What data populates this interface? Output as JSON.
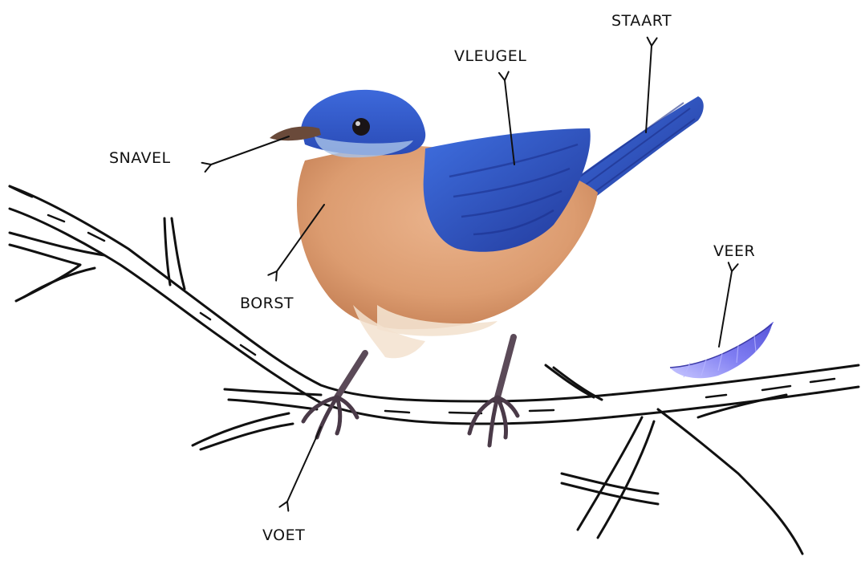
{
  "labels": {
    "snavel": "SNAVEL",
    "borst": "BORST",
    "vleugel": "VLEUGEL",
    "staart": "STAART",
    "veer": "VEER",
    "voet": "VOET"
  },
  "colors": {
    "wing": "#2f53c4",
    "wing_dark": "#22399a",
    "head": "#3b66d6",
    "breast": "#dea077",
    "belly": "#f3e2cf",
    "legs": "#5b4a58",
    "feather": "#7a78f0",
    "branch_outline": "#111111"
  }
}
